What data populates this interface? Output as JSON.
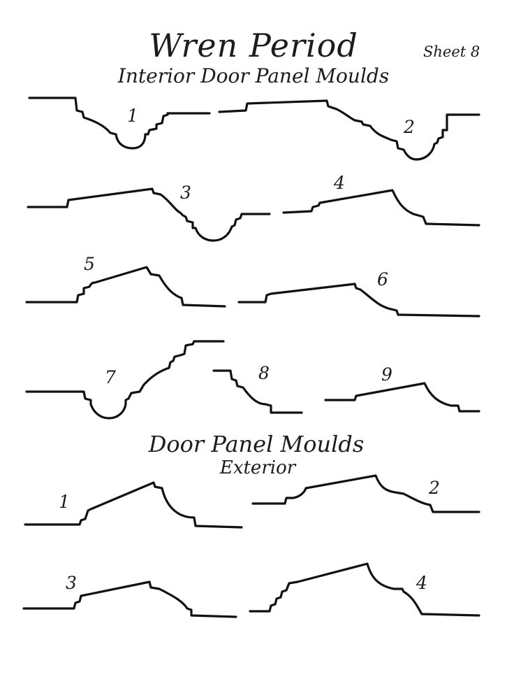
{
  "header": {
    "title": "Wren Period",
    "subtitle": "Interior Door Panel Moulds",
    "sheet": "Sheet 8"
  },
  "interior_moulds": {
    "labels": [
      "1",
      "2",
      "3",
      "4",
      "5",
      "6",
      "7",
      "8",
      "9"
    ]
  },
  "exterior_section": {
    "title": "Door Panel Moulds",
    "subtitle": "Exterior",
    "labels": [
      "1",
      "2",
      "3",
      "4"
    ]
  },
  "colors": {
    "ink": "#111111",
    "paper": "#ffffff"
  }
}
